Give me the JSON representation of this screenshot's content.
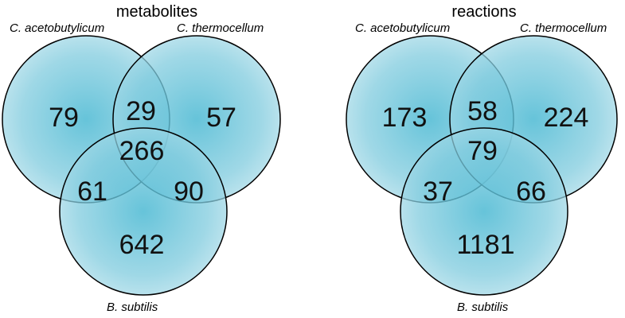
{
  "diagrams": [
    {
      "title": "metabolites",
      "sets": {
        "a": "C. acetobutylicum",
        "b": "C. thermocellum",
        "c": "B. subtilis"
      },
      "regions": {
        "a_only": "79",
        "b_only": "57",
        "c_only": "642",
        "ab": "29",
        "ac": "61",
        "bc": "90",
        "abc": "266"
      }
    },
    {
      "title": "reactions",
      "sets": {
        "a": "C. acetobutylicum",
        "b": "C. thermocellum",
        "c": "B. subtilis"
      },
      "regions": {
        "a_only": "173",
        "b_only": "224",
        "c_only": "1181",
        "ab": "58",
        "ac": "37",
        "bc": "66",
        "abc": "79"
      }
    }
  ],
  "colors": {
    "circle_fill": "#5fc3d9",
    "circle_edge": "#2c9fba",
    "stroke": "#000000"
  }
}
